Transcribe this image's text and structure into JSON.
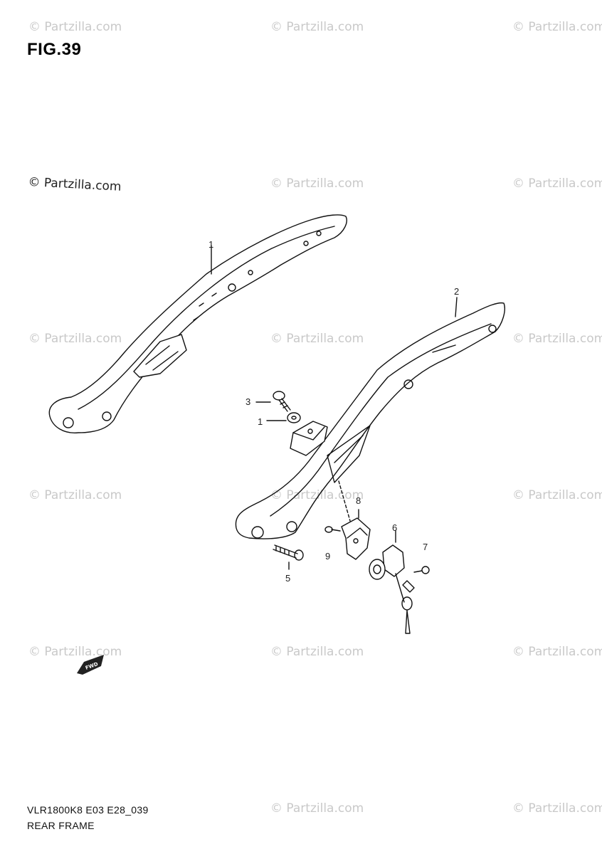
{
  "figure": {
    "title": "FIG.39"
  },
  "watermark": {
    "text": "© Partzilla.com",
    "color": "#c9c9c9"
  },
  "callouts": {
    "c1": "1",
    "c2": "2",
    "c3": "3",
    "c4": "1",
    "c5": "5",
    "c6": "6",
    "c7": "7",
    "c8": "8",
    "c9": "9"
  },
  "fwd_label": "FWD",
  "footer": {
    "code": "VLR1800K8 E03 E28_039",
    "name": "REAR FRAME"
  }
}
